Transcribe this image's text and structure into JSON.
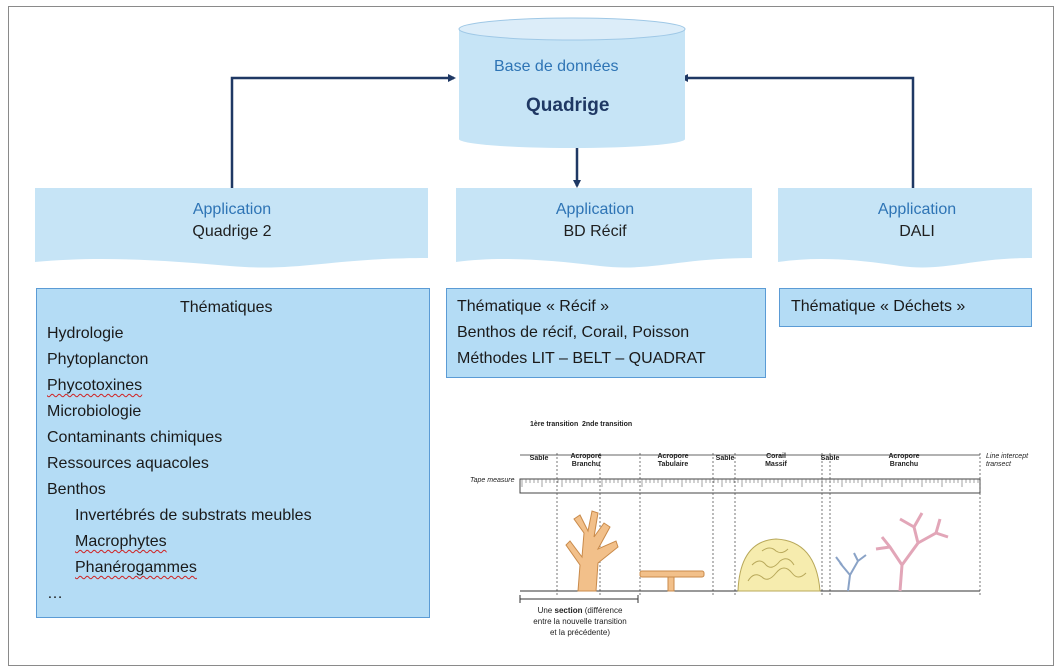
{
  "database": {
    "label": "Base de données",
    "name": "Quadrige"
  },
  "applications": [
    {
      "label": "Application",
      "name": "Quadrige  2"
    },
    {
      "label": "Application",
      "name": "BD Récif"
    },
    {
      "label": "Application",
      "name": "DALI"
    }
  ],
  "quadrige2_themes": {
    "title": "Thématiques",
    "items": [
      "Hydrologie",
      "Phytoplancton",
      "Phycotoxines",
      "Microbiologie",
      "Contaminants chimiques",
      "Ressources aquacoles",
      "Benthos"
    ],
    "benthos_sub": [
      "Invertébrés de substrats meubles",
      "Macrophytes",
      "Phanérogammes"
    ],
    "ellipsis": "…"
  },
  "recif_themes": {
    "line1": "Thématique « Récif »",
    "line2": "Benthos de récif, Corail, Poisson",
    "line3": "Méthodes LIT – BELT – QUADRAT"
  },
  "dali_themes": {
    "line1": "Thématique « Déchets »"
  },
  "reef_figure": {
    "transition1": "1ère transition",
    "transition2": "2nde transition",
    "segments": [
      "Sable",
      "Acropore Branchu",
      "Acropore Tabulaire",
      "Sable",
      "Corail Massif",
      "Sable",
      "Acropore Branchu"
    ],
    "tape_label": "Tape measure",
    "line_label": "Line intercept transect",
    "section_caption_1": "Une",
    "section_caption_bold": "section",
    "section_caption_2": "(différence",
    "section_caption_3": "entre la nouvelle transition",
    "section_caption_4": "et la précédente)"
  },
  "colors": {
    "cylinder": "#c6e4f6",
    "app_box": "#c6e4f6",
    "theme_box": "#b4dcf5",
    "arrow": "#1f3864",
    "accent_text": "#2e74b5"
  }
}
